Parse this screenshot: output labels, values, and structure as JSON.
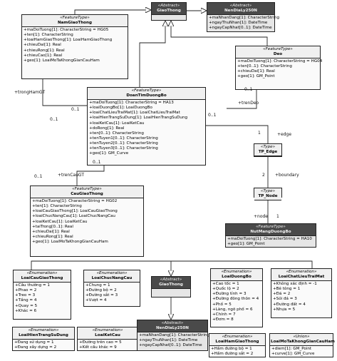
{
  "boxes": [
    {
      "key": "GiaoThong_top",
      "stereotype": "«Abstract»",
      "name": "GiaoThong",
      "attrs": [],
      "dark": true
    },
    {
      "key": "NenDiaLy250N_top",
      "stereotype": "«Abstract»",
      "name": "NenDiaLy250N",
      "attrs": [
        "+maNhanDang[1]: CharacterString",
        "+ngayThuNhan[1]: DateTime",
        "+ngayCapNhat[0..1]: DateTime"
      ],
      "dark": true
    },
    {
      "key": "NamGiaoThong",
      "stereotype": "«FeatureType»",
      "name": "NamGiaoThong",
      "attrs": [
        "+maDoiTuong[1]: CharacterString = HG05",
        "+ten[1]: CharacterString",
        "+loaiHamGiaoThong[1]: LoaiHamGiaoThong",
        "+chieuDai[1]: Real",
        "+chieuRong[1]: Real",
        "+chieuCao[1]: Real",
        "+geo[1]: LoaiMoTaKhongGianCauHam"
      ],
      "dark": false
    },
    {
      "key": "Deo",
      "stereotype": "«FeatureType»",
      "name": "Deo",
      "attrs": [
        "+maDoiTuong[1]: CharacterString = HG04",
        "+ten[0..1]: CharacterString",
        "+chieuDai[1]: Real",
        "+geo[1]: GM_Point"
      ],
      "dark": false
    },
    {
      "key": "DoanTimDuongBo",
      "stereotype": "«FeatureType»",
      "name": "DoanTimDuongBo",
      "attrs": [
        "+maDoiTuong[1]: CharacterString = HA13",
        "+loaiDuongBo[1]: LoaiDuongBo",
        "+loaiChatLieuTraiMat[1]: LoaiChatLieuTraiMat",
        "+loaiHienTrangSuDung[1]: LoaiHienTrangSuDung",
        "+loaiKetCau[1]: LoaiKetCau",
        "+doRong[1]: Real",
        "+ten[0..1]: CharacterString",
        "+tenTuyen1[0..1]: CharacterString",
        "+tenTuyen2[0..1]: CharacterString",
        "+tenTuyen3[0..1]: CharacterString",
        "+geo[1]: GM_Curve"
      ],
      "dark": false
    },
    {
      "key": "TP_Edge",
      "stereotype": "«Type»",
      "name": "TP_Edge",
      "attrs": [],
      "dark": false
    },
    {
      "key": "TP_Node",
      "stereotype": "«Type»",
      "name": "TP_Node",
      "attrs": [],
      "dark": false
    },
    {
      "key": "CauGiaoThong",
      "stereotype": "«FeatureType»",
      "name": "CauGiaoThong",
      "attrs": [
        "+maDoiTuong[1]: CharacterString = HG02",
        "+ten[1]: CharacterString",
        "+loaiCauGiaoThong[1]: LoaiCauGiaoThong",
        "+loaiChucNangCau[1]: LoaiChucNangCau",
        "+loaiKetCau[1]: LoaiKetCau",
        "+taiTrong[0..1]: Real",
        "+chieuDai[1]: Real",
        "+chieuRong[1]: Real",
        "+geo[1]: LoaiMoTaKhongGianCauHam"
      ],
      "dark": false
    },
    {
      "key": "NutMangDuongBo",
      "stereotype": "«FeatureType»",
      "name": "NutMangDuongBo",
      "attrs": [
        "+maDoiTuong[1]: CharacterString = HA10",
        "+geo[1]: GM_Point"
      ],
      "dark": true
    },
    {
      "key": "LoaiCauGiaoThong",
      "stereotype": "«Enumeration»",
      "name": "LoaiCauGiaoThong",
      "attrs": [
        "+Cầu thường = 1",
        "+Phao = 2",
        "+Treo = 3",
        "+Tầng = 4",
        "+Quay = 5",
        "+Khác = 6"
      ],
      "dark": false
    },
    {
      "key": "LoaiChucNangCau",
      "stereotype": "«Enumeration»",
      "name": "LoaiChucNangCau",
      "attrs": [
        "+Chung = 1",
        "+Đường bộ = 2",
        "+Đường sắt = 3",
        "+Vượt = 4"
      ],
      "dark": false
    },
    {
      "key": "GiaoThong_mid",
      "stereotype": "«Abstract»",
      "name": "GiaoThong",
      "attrs": [],
      "dark": true
    },
    {
      "key": "LoaiDuongBo",
      "stereotype": "«Enumeration»",
      "name": "LoaiDuongBo",
      "attrs": [
        "+Cao tốc = 1",
        "+Quốc lộ = 2",
        "+Đường tỉnh = 3",
        "+Đường đông thôn = 4",
        "+Phố = 5",
        "+Làng, ngõ phố = 6",
        "+Chính = 7",
        "+Đơm = 8"
      ],
      "dark": false
    },
    {
      "key": "LoaiChatLieuTraiMat",
      "stereotype": "«Enumeration»",
      "name": "LoaiChatLieuTraiMat",
      "attrs": [
        "+Không xác định = -1",
        "+Bê tông = 1",
        "+Đá = 2",
        "+Sỏi đá = 3",
        "+Đường đất = 4",
        "+Nhựa = 5"
      ],
      "dark": false
    },
    {
      "key": "LoaiHienTrangSuDung",
      "stereotype": "«Enumeration»",
      "name": "LoaiHienTrangSuDung",
      "attrs": [
        "+Đang sử dụng = 1",
        "+Đang xây dựng = 2"
      ],
      "dark": false
    },
    {
      "key": "LoaiKetCau",
      "stereotype": "«Enumeration»",
      "name": "LoaiKetCau",
      "attrs": [
        "+Đường trên cao = 5",
        "+Kết cấu khác = 9"
      ],
      "dark": false
    },
    {
      "key": "NenDiaLy250N_bot",
      "stereotype": "«Abstract»",
      "name": "NenDiaLy250N",
      "attrs": [
        "+maNhanDang[1]: CharacterString",
        "+ngayThuNhan[1]: DateTime",
        "+ngayCapNhat[0..1]: DateTime"
      ],
      "dark": true
    },
    {
      "key": "LoaiHamGiaoThong",
      "stereotype": "«Enumeration»",
      "name": "LoaiHamGiaoThong",
      "attrs": [
        "+Hầm đường bộ = 1",
        "+Hầm đường sắt = 2"
      ],
      "dark": false
    },
    {
      "key": "LoaiMoTaKhongGianCauHam",
      "stereotype": "«Union»",
      "name": "LoaiMoTaKhongGianCauHam",
      "attrs": [
        "+diem[1]: GM_Point",
        "+curve[1]: GM_Curve"
      ],
      "dark": false
    }
  ],
  "labels": {
    "tronghamgt": "+trongHamGT",
    "m01_a": "0..1",
    "m01_b": "0..1",
    "m01_c": "0..1",
    "m01_d": "0..1",
    "m01_e": "0..1",
    "m01_f": "0..1",
    "trendeo": "+trenDeo",
    "edge": "+edge",
    "m1_edge": "1",
    "boundary": "+boundary",
    "m2_boundary": "2",
    "trencaugt": "+trenCauGT",
    "node": "+node",
    "m1_node": "1"
  }
}
